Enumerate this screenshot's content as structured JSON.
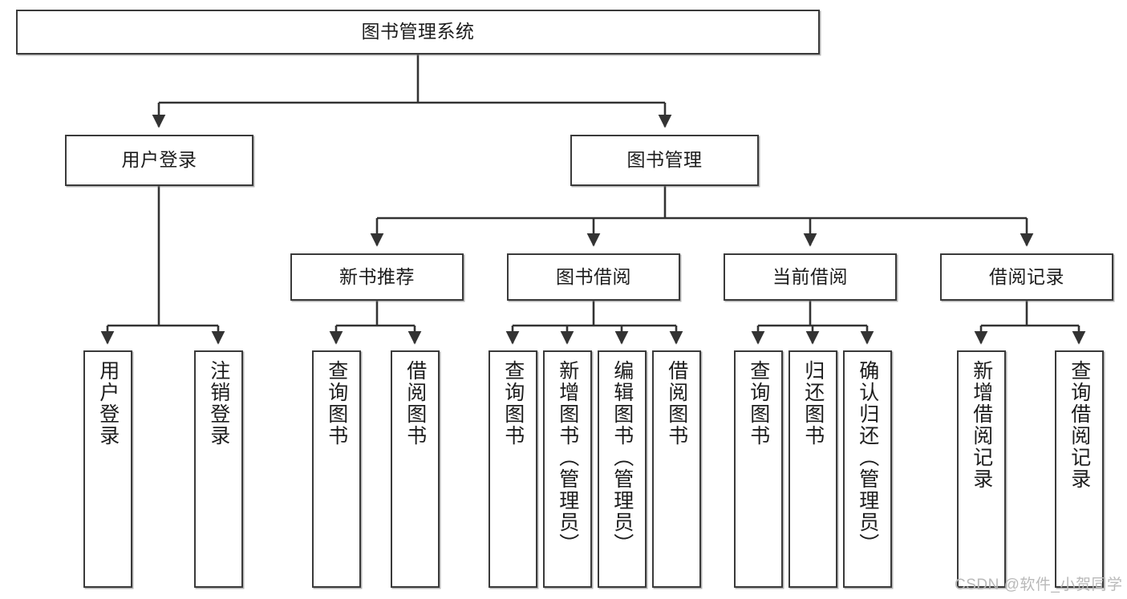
{
  "diagram": {
    "type": "tree-hierarchy",
    "title": "图书管理系统",
    "watermark": "CSDN @软件_小贺同学",
    "colors": {
      "box_border": "#3a3a3a",
      "box_fill": "#ffffff",
      "edge": "#333333",
      "text": "#1c1c1c",
      "watermark": "#b9b9b9",
      "background": "#ffffff"
    },
    "nodes": {
      "root": {
        "label": "图书管理系统"
      },
      "level2": [
        {
          "id": "user-login",
          "label": "用户登录"
        },
        {
          "id": "book-manage",
          "label": "图书管理"
        }
      ],
      "level3": [
        {
          "id": "new-book-recommend",
          "label": "新书推荐"
        },
        {
          "id": "book-borrow",
          "label": "图书借阅"
        },
        {
          "id": "current-borrow",
          "label": "当前借阅"
        },
        {
          "id": "borrow-record",
          "label": "借阅记录"
        }
      ],
      "leaves": {
        "user-login": [
          {
            "id": "leaf-user-login",
            "label": "用户登录"
          },
          {
            "id": "leaf-logout-login",
            "label": "注销登录"
          }
        ],
        "new-book-recommend": [
          {
            "id": "leaf-query-book-1",
            "label": "查询图书"
          },
          {
            "id": "leaf-borrow-book-1",
            "label": "借阅图书"
          }
        ],
        "book-borrow": [
          {
            "id": "leaf-query-book-2",
            "label": "查询图书"
          },
          {
            "id": "leaf-add-book",
            "label": "新增图书（管理员）"
          },
          {
            "id": "leaf-edit-book",
            "label": "编辑图书（管理员）"
          },
          {
            "id": "leaf-borrow-book-2",
            "label": "借阅图书"
          }
        ],
        "current-borrow": [
          {
            "id": "leaf-query-book-3",
            "label": "查询图书"
          },
          {
            "id": "leaf-return-book",
            "label": "归还图书"
          },
          {
            "id": "leaf-confirm-return",
            "label": "确认归还（管理员）"
          }
        ],
        "borrow-record": [
          {
            "id": "leaf-add-record",
            "label": "新增借阅记录"
          },
          {
            "id": "leaf-query-record",
            "label": "查询借阅记录"
          }
        ]
      }
    }
  }
}
